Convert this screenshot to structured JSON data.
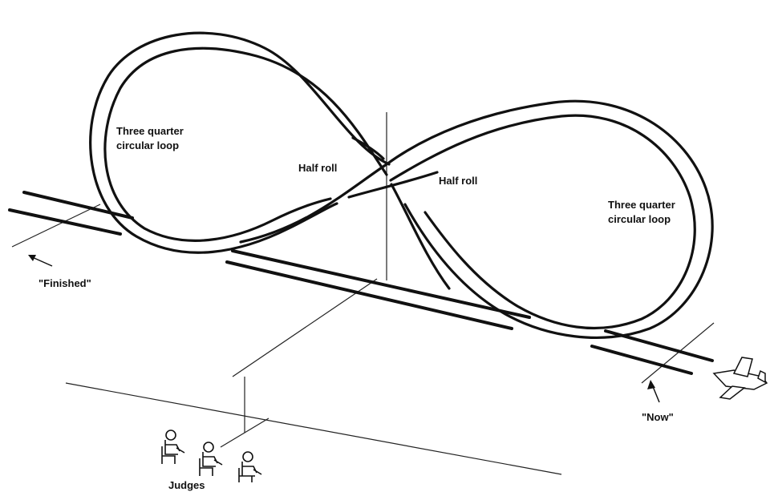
{
  "labels": {
    "loop_left_1": "Three quarter",
    "loop_left_2": "circular loop",
    "half_roll_left": "Half roll",
    "half_roll_right": "Half roll",
    "loop_right_1": "Three quarter",
    "loop_right_2": "circular  loop",
    "finished": "\"Finished\"",
    "now": "\"Now\"",
    "judges": "Judges"
  },
  "icons": {
    "airplane": "airplane-icon",
    "judge": "seated-judge-icon"
  },
  "colors": {
    "ink": "#111111",
    "background": "#ffffff"
  }
}
